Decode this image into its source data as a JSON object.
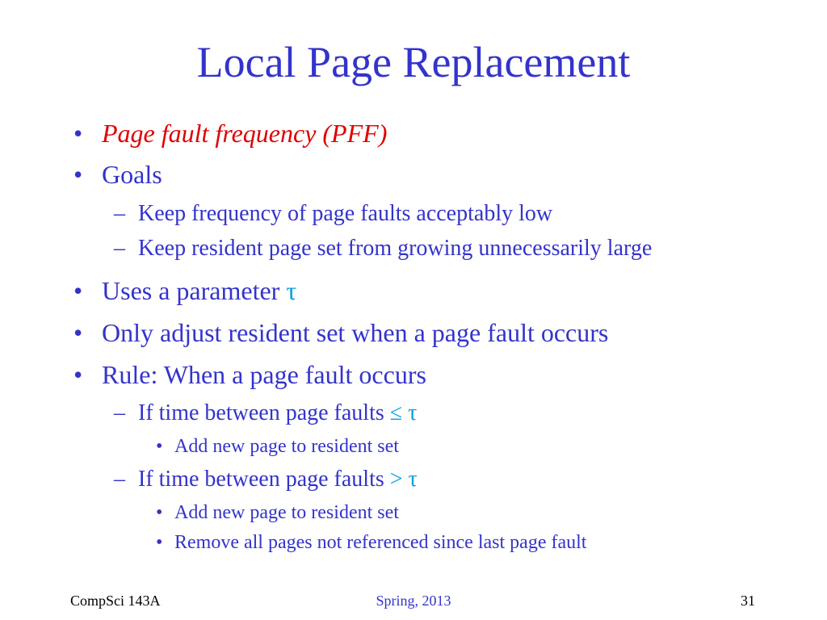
{
  "slide": {
    "title": "Local Page Replacement",
    "bullets": {
      "b1": {
        "marker": "•",
        "text": "Page fault frequency (PFF)"
      },
      "b2": {
        "marker": "•",
        "text": "Goals"
      },
      "b2_1": {
        "marker": "–",
        "text": "Keep frequency of page faults acceptably low"
      },
      "b2_2": {
        "marker": "–",
        "text": "Keep resident page set from growing unnecessarily large"
      },
      "b3": {
        "marker": "•",
        "text": "Uses a parameter ",
        "symbol": "τ"
      },
      "b4": {
        "marker": "•",
        "text": "Only adjust resident set when a page fault occurs"
      },
      "b5": {
        "marker": "•",
        "text": "Rule: When a page fault occurs"
      },
      "b5_1": {
        "marker": "–",
        "text": "If time between page faults ",
        "symbol": "≤ τ"
      },
      "b5_1_1": {
        "marker": "•",
        "text": "Add new page to resident set"
      },
      "b5_2": {
        "marker": "–",
        "text": "If time between page faults ",
        "symbol": "> τ"
      },
      "b5_2_1": {
        "marker": "•",
        "text": "Add new page to resident set"
      },
      "b5_2_2": {
        "marker": "•",
        "text": "Remove all pages not referenced since last page fault"
      }
    }
  },
  "footer": {
    "left": "CompSci 143A",
    "center": "Spring, 2013",
    "right": "31"
  },
  "colors": {
    "text": "#3333cc",
    "emphasis": "#e00000",
    "symbol": "#00a0e6",
    "footer": "#000000"
  }
}
